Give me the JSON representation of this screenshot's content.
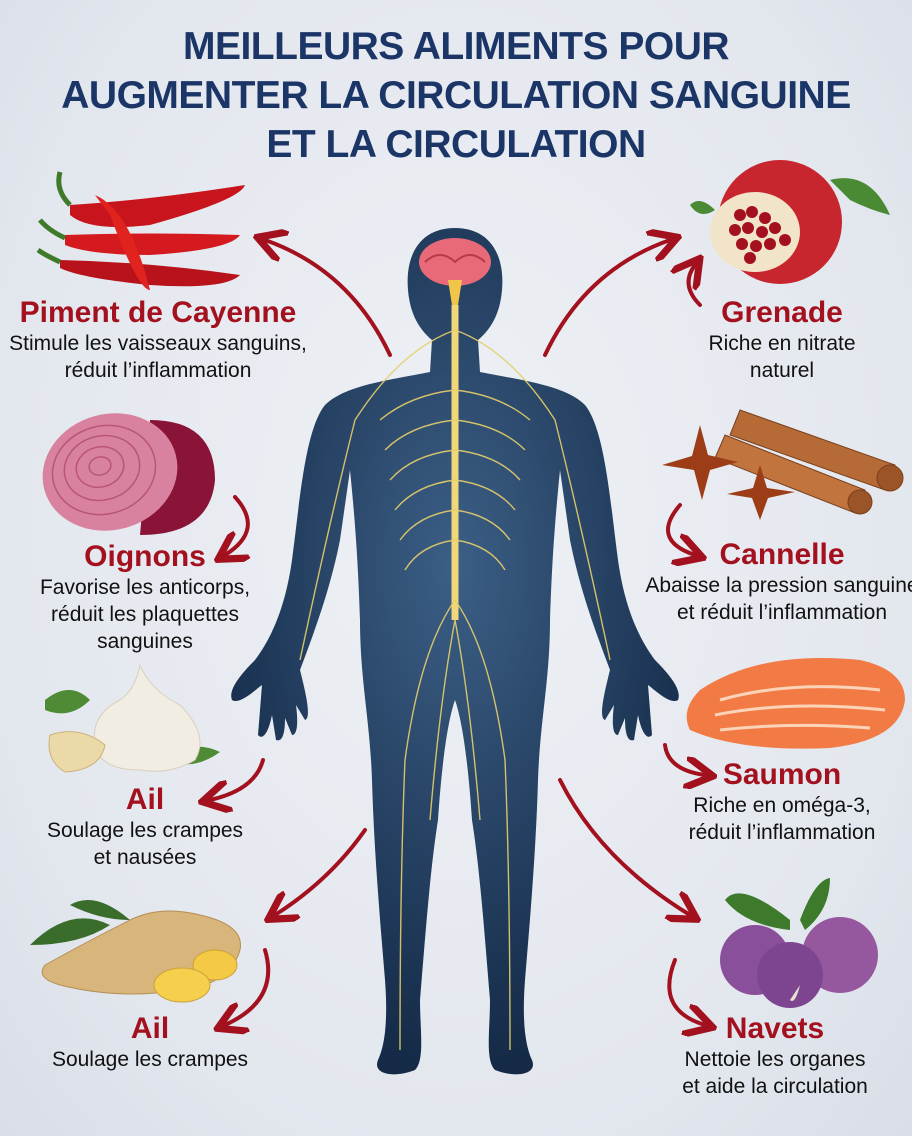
{
  "title": {
    "lines": [
      "MEILLEURS ALIMENTS POUR",
      "AUGMENTER LA CIRCULATION SANGUINE",
      "ET LA CIRCULATION"
    ]
  },
  "colors": {
    "title": "#1b3567",
    "label": "#a3111f",
    "arrow": "#a3111f",
    "body": "#1c3656",
    "nerves": "#e6cf6a"
  },
  "foods": [
    {
      "name": "Piment de Cayenne",
      "icon": "chili-pepper-icon",
      "desc": [
        "Stimule les vaisseaux sanguins,",
        "réduit l’inflammation"
      ]
    },
    {
      "name": "Oignons",
      "icon": "red-onion-icon",
      "desc": [
        "Favorise les anticorps,",
        "réduit les plaquettes",
        "sanguines"
      ]
    },
    {
      "name": "Ail",
      "icon": "garlic-icon",
      "desc": [
        "Soulage les crampes",
        "et nausées"
      ]
    },
    {
      "name": "Ail",
      "icon": "ginger-icon",
      "desc": [
        "Soulage les crampes"
      ]
    },
    {
      "name": "Grenade",
      "icon": "pomegranate-icon",
      "desc": [
        "Riche en nitrate",
        "naturel"
      ]
    },
    {
      "name": "Cannelle",
      "icon": "cinnamon-icon",
      "desc": [
        "Abaisse la pression sanguine",
        "et réduit l’inflammation"
      ]
    },
    {
      "name": "Saumon",
      "icon": "salmon-icon",
      "desc": [
        "Riche en oméga-3,",
        "réduit l’inflammation"
      ]
    },
    {
      "name": "Navets",
      "icon": "turnip-icon",
      "desc": [
        "Nettoie les organes",
        "et aide la circulation"
      ]
    }
  ],
  "figure": {
    "icon": "human-nervous-system-icon"
  }
}
